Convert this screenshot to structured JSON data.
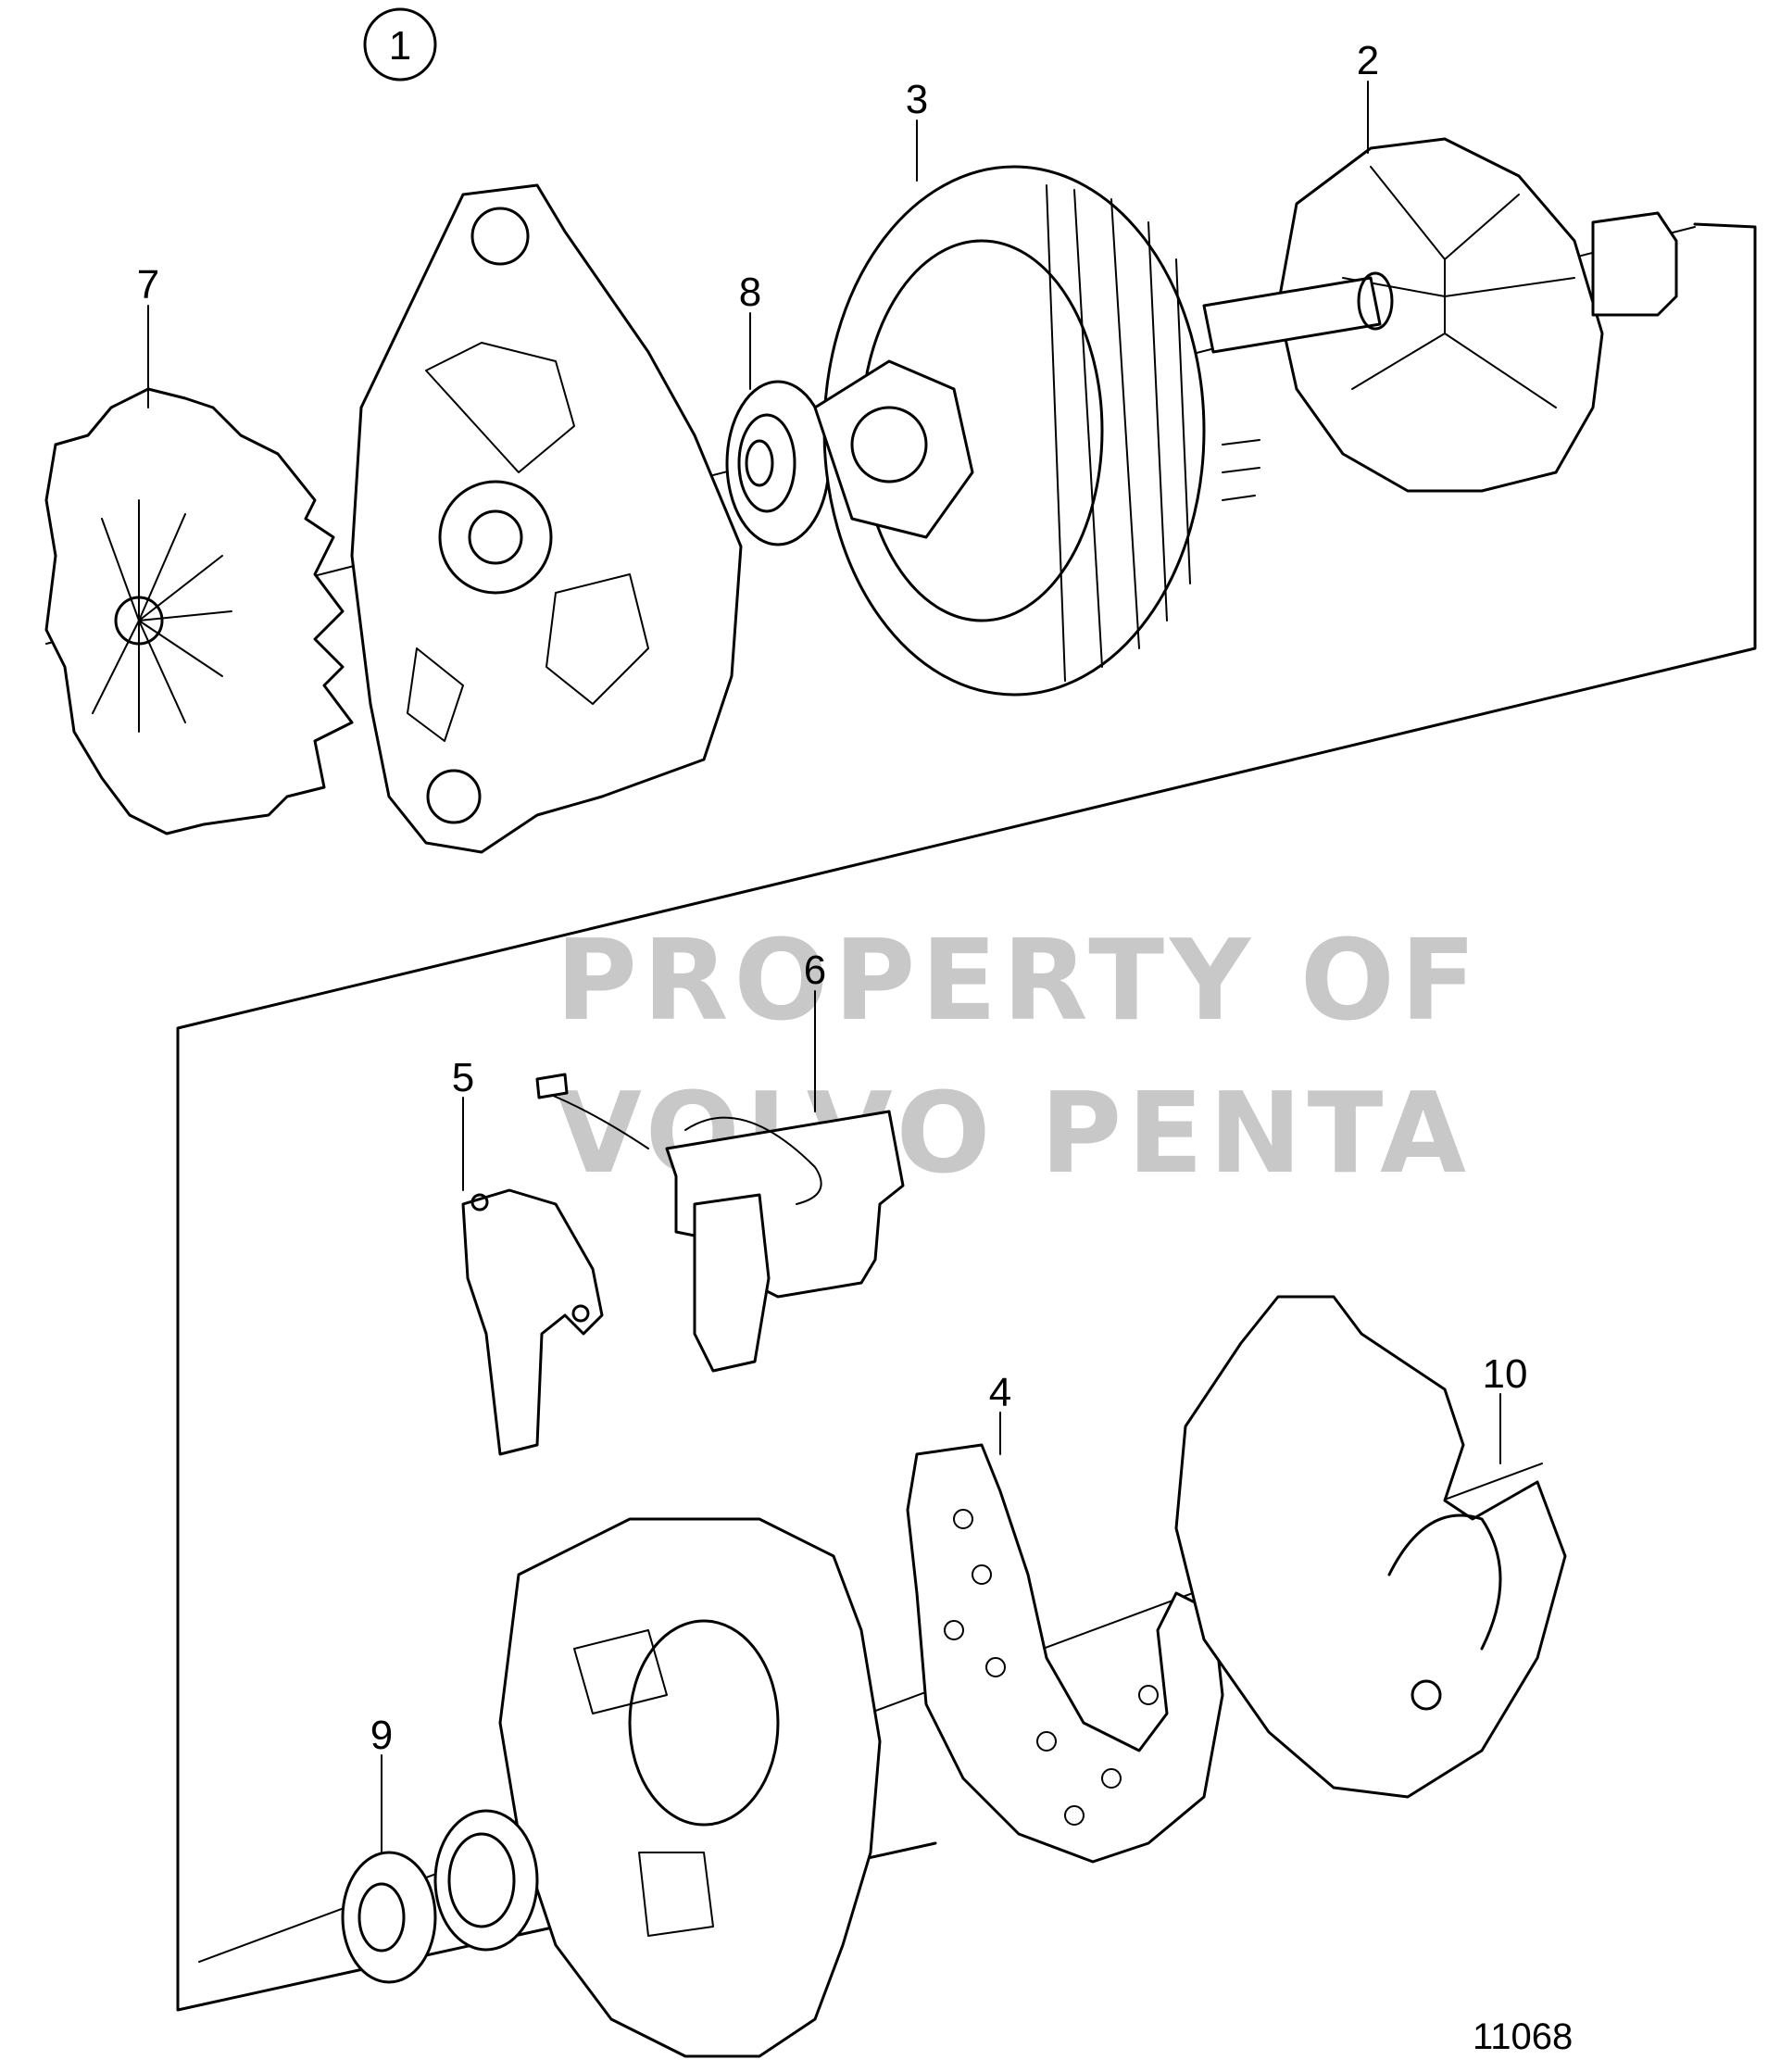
{
  "group_callout": "1",
  "callouts": [
    {
      "id": "c2",
      "label": "2"
    },
    {
      "id": "c3",
      "label": "3"
    },
    {
      "id": "c4",
      "label": "4"
    },
    {
      "id": "c5",
      "label": "5"
    },
    {
      "id": "c6",
      "label": "6"
    },
    {
      "id": "c7",
      "label": "7"
    },
    {
      "id": "c8",
      "label": "8"
    },
    {
      "id": "c9",
      "label": "9"
    },
    {
      "id": "c10",
      "label": "10"
    }
  ],
  "watermark": {
    "line1": "PROPERTY OF",
    "line2": "VOLVO PENTA"
  },
  "drawing_number": "11068"
}
